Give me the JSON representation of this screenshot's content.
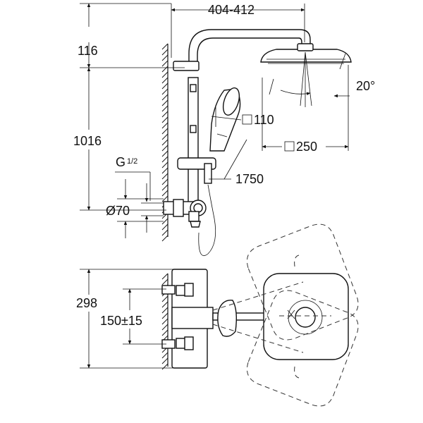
{
  "dimensions": {
    "width_span": "404-412",
    "top_offset": "116",
    "column_height": "1016",
    "thread_g": "G",
    "thread_frac": "1/2",
    "inlet_diameter": "Ø70",
    "tilt_angle": "20°",
    "hand_shower_size": "110",
    "head_shower_size": "250",
    "hose_length": "1750",
    "mixer_height": "298",
    "inlet_spacing": "150±15"
  }
}
